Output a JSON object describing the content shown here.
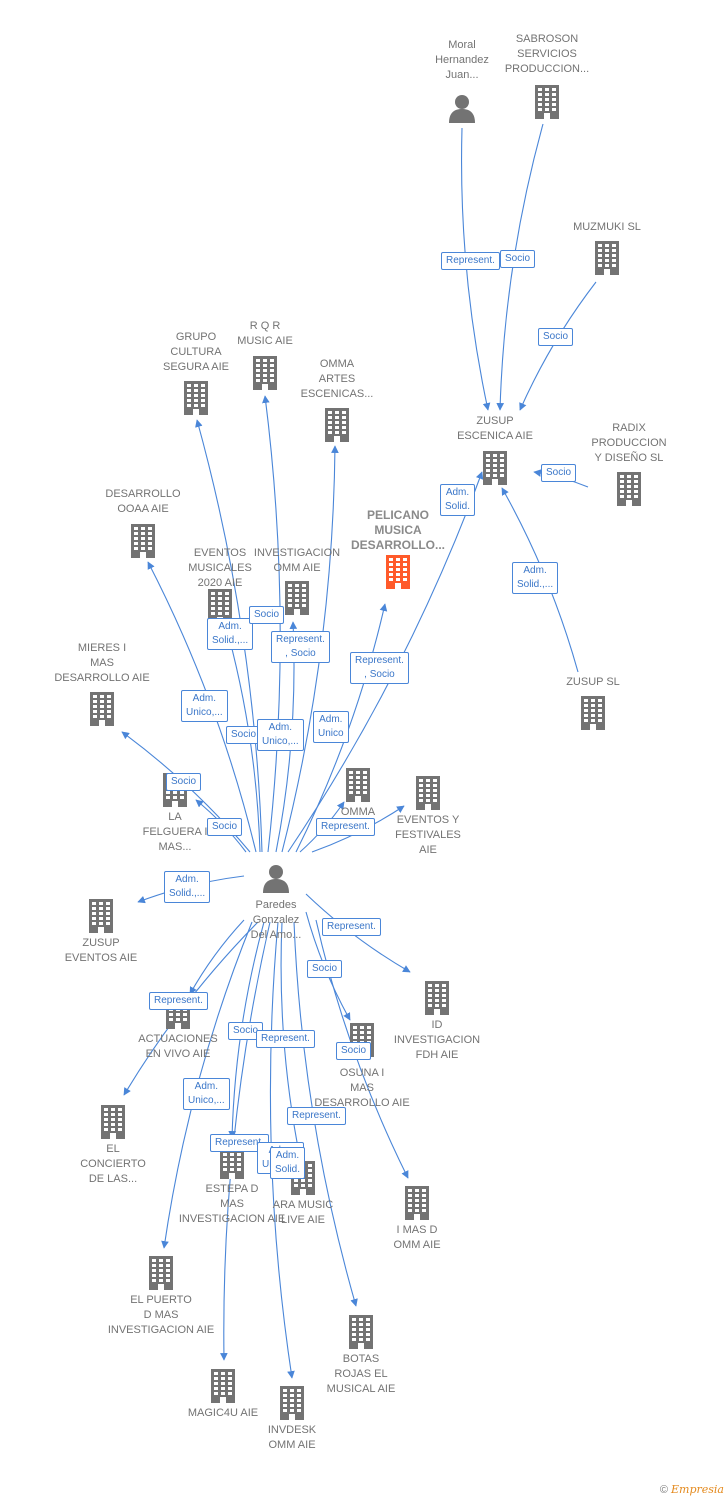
{
  "colors": {
    "edge": "#4a86d8",
    "node": "#737373",
    "focus": "#ff5a2a"
  },
  "nodes": [
    {
      "id": "moral",
      "label": "Moral\nHernandez\nJuan...",
      "type": "person"
    },
    {
      "id": "sabroson",
      "label": "SABROSON\nSERVICIOS\nPRODUCCION...",
      "type": "company"
    },
    {
      "id": "muzmuki",
      "label": "MUZMUKI  SL",
      "type": "company"
    },
    {
      "id": "zusup_escenica",
      "label": "ZUSUP\nESCENICA AIE",
      "type": "company"
    },
    {
      "id": "radix",
      "label": "RADIX\nPRODUCCION\nY DISEÑO SL",
      "type": "company"
    },
    {
      "id": "zusup_sl",
      "label": "ZUSUP SL",
      "type": "company"
    },
    {
      "id": "grupo_cultura",
      "label": "GRUPO\nCULTURA\nSEGURA AIE",
      "type": "company"
    },
    {
      "id": "rqr",
      "label": "R Q R\nMUSIC AIE",
      "type": "company"
    },
    {
      "id": "omma_artes",
      "label": "OMMA\nARTES\nESCENICAS...",
      "type": "company"
    },
    {
      "id": "pelicano",
      "label": "PELICANO\nMUSICA\nDESARROLLO...",
      "type": "focus"
    },
    {
      "id": "desarrollo_ooaa",
      "label": "DESARROLLO\nOOAA AIE",
      "type": "company"
    },
    {
      "id": "eventos_musicales",
      "label": "EVENTOS\nMUSICALES\n2020 AIE",
      "type": "company"
    },
    {
      "id": "investigacion_omm",
      "label": "INVESTIGACION\nOMM AIE",
      "type": "company"
    },
    {
      "id": "mieres",
      "label": "MIERES I\nMAS\nDESARROLLO AIE",
      "type": "company"
    },
    {
      "id": "omma_aie",
      "label": "OMMA\nAIE",
      "type": "company"
    },
    {
      "id": "eventos_festivales",
      "label": "EVENTOS Y\nFESTIVALES\nAIE",
      "type": "company"
    },
    {
      "id": "la_felguera",
      "label": "LA\nFELGUERA I\nMAS...",
      "type": "company"
    },
    {
      "id": "paredes",
      "label": "Paredes\nGonzalez\nDel Amo...",
      "type": "person"
    },
    {
      "id": "zusup_eventos",
      "label": "ZUSUP\nEVENTOS AIE",
      "type": "company"
    },
    {
      "id": "id_investigacion",
      "label": "ID\nINVESTIGACION\nFDH  AIE",
      "type": "company"
    },
    {
      "id": "actuaciones",
      "label": "ACTUACIONES\nEN VIVO AIE",
      "type": "company"
    },
    {
      "id": "osuna",
      "label": "OSUNA I\nMAS\nDESARROLLO AIE",
      "type": "company"
    },
    {
      "id": "el_concierto",
      "label": "EL\nCONCIERTO\nDE LAS...",
      "type": "company"
    },
    {
      "id": "estepa",
      "label": "ESTEPA D\nMAS\nINVESTIGACION AIE",
      "type": "company"
    },
    {
      "id": "ara_music",
      "label": "ARA MUSIC\nLIVE AIE",
      "type": "company"
    },
    {
      "id": "i_mas_d",
      "label": "I MAS D\nOMM AIE",
      "type": "company"
    },
    {
      "id": "el_puerto",
      "label": "EL PUERTO\nD MAS\nINVESTIGACION AIE",
      "type": "company"
    },
    {
      "id": "botas_rojas",
      "label": "BOTAS\nROJAS EL\nMUSICAL AIE",
      "type": "company"
    },
    {
      "id": "magic4u",
      "label": "MAGIC4U AIE",
      "type": "company"
    },
    {
      "id": "invdesk",
      "label": "INVDESK\nOMM AIE",
      "type": "company"
    }
  ],
  "edges": [
    {
      "from": "moral",
      "to": "zusup_escenica",
      "label": "Represent."
    },
    {
      "from": "sabroson",
      "to": "zusup_escenica",
      "label": "Socio"
    },
    {
      "from": "muzmuki",
      "to": "zusup_escenica",
      "label": "Socio"
    },
    {
      "from": "radix",
      "to": "zusup_escenica",
      "label": "Socio"
    },
    {
      "from": "zusup_sl",
      "to": "zusup_escenica",
      "label": "Adm.\nSolid.,..."
    },
    {
      "from": "paredes",
      "to": "zusup_escenica",
      "label": "Adm.\nSolid."
    },
    {
      "from": "paredes",
      "to": "grupo_cultura",
      "label": "Adm.\nUnico,..."
    },
    {
      "from": "paredes",
      "to": "rqr",
      "label": "Adm.\nSolid.,..."
    },
    {
      "from": "paredes",
      "to": "omma_artes",
      "label": "Adm.\nUnico"
    },
    {
      "from": "paredes",
      "to": "pelicano",
      "label": "Represent.\n, Socio"
    },
    {
      "from": "paredes",
      "to": "desarrollo_ooaa",
      "label": "Socio"
    },
    {
      "from": "paredes",
      "to": "eventos_musicales",
      "label": "Socio"
    },
    {
      "from": "paredes",
      "to": "investigacion_omm",
      "label": "Represent.\n, Socio"
    },
    {
      "from": "paredes",
      "to": "mieres",
      "label": "Socio"
    },
    {
      "from": "paredes",
      "to": "omma_aie",
      "label": "Adm.\nUnico,..."
    },
    {
      "from": "paredes",
      "to": "eventos_festivales",
      "label": "Represent."
    },
    {
      "from": "paredes",
      "to": "la_felguera",
      "label": "Socio"
    },
    {
      "from": "paredes",
      "to": "zusup_eventos",
      "label": "Adm.\nSolid.,..."
    },
    {
      "from": "paredes",
      "to": "id_investigacion",
      "label": "Represent."
    },
    {
      "from": "paredes",
      "to": "actuaciones",
      "label": "Represent."
    },
    {
      "from": "paredes",
      "to": "osuna",
      "label": "Socio"
    },
    {
      "from": "paredes",
      "to": "el_concierto",
      "label": "Adm.\nUnico,..."
    },
    {
      "from": "paredes",
      "to": "estepa",
      "label": "Socio"
    },
    {
      "from": "paredes",
      "to": "ara_music",
      "label": "Represent."
    },
    {
      "from": "paredes",
      "to": "i_mas_d",
      "label": "Socio"
    },
    {
      "from": "paredes",
      "to": "el_puerto",
      "label": "Represent."
    },
    {
      "from": "paredes",
      "to": "botas_rojas",
      "label": "Represent."
    },
    {
      "from": "paredes",
      "to": "magic4u",
      "label": "Adm.\nUnico,..."
    },
    {
      "from": "paredes",
      "to": "invdesk",
      "label": "Adm.\nSolid."
    }
  ],
  "footer": {
    "copyright": "©",
    "brand": "Empresia"
  }
}
